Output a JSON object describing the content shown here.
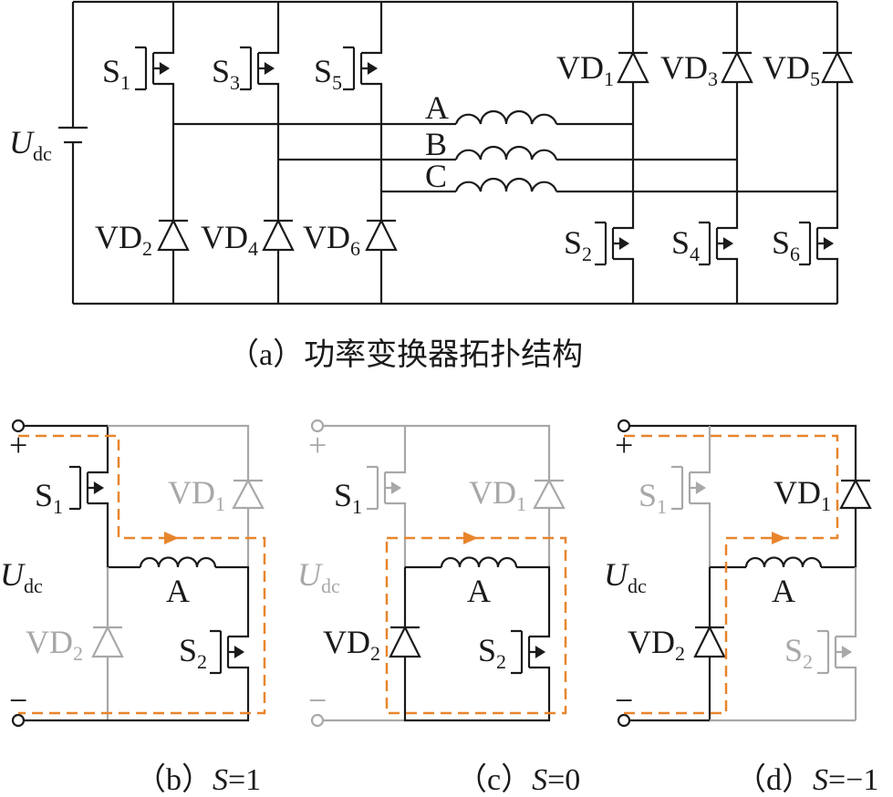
{
  "panel_a": {
    "caption": "（a）功率变换器拓扑结构",
    "source_label": "U",
    "source_sub": "dc",
    "phases": [
      "A",
      "B",
      "C"
    ],
    "upper_switches": [
      {
        "base": "S",
        "sub": "1"
      },
      {
        "base": "S",
        "sub": "3"
      },
      {
        "base": "S",
        "sub": "5"
      }
    ],
    "lower_diodes": [
      {
        "base": "VD",
        "sub": "2"
      },
      {
        "base": "VD",
        "sub": "4"
      },
      {
        "base": "VD",
        "sub": "6"
      }
    ],
    "upper_diodes": [
      {
        "base": "VD",
        "sub": "1"
      },
      {
        "base": "VD",
        "sub": "3"
      },
      {
        "base": "VD",
        "sub": "5"
      }
    ],
    "lower_switches": [
      {
        "base": "S",
        "sub": "2"
      },
      {
        "base": "S",
        "sub": "4"
      },
      {
        "base": "S",
        "sub": "6"
      }
    ]
  },
  "panels": [
    {
      "caption_prefix": "（b）",
      "caption_var": "S",
      "caption_val": "=1"
    },
    {
      "caption_prefix": "（c）",
      "caption_var": "S",
      "caption_val": "=0"
    },
    {
      "caption_prefix": "（d）",
      "caption_var": "S",
      "caption_val": "=−1"
    }
  ],
  "small_labels": {
    "plus": "+",
    "minus": "−",
    "source": "U",
    "source_sub": "dc",
    "phase": "A",
    "s1": {
      "base": "S",
      "sub": "1"
    },
    "s2": {
      "base": "S",
      "sub": "2"
    },
    "vd1": {
      "base": "VD",
      "sub": "1"
    },
    "vd2": {
      "base": "VD",
      "sub": "2"
    }
  },
  "colors": {
    "wire": "#1a1a1a",
    "inactive": "#a8a8a8",
    "current_path": "#e8852c"
  }
}
